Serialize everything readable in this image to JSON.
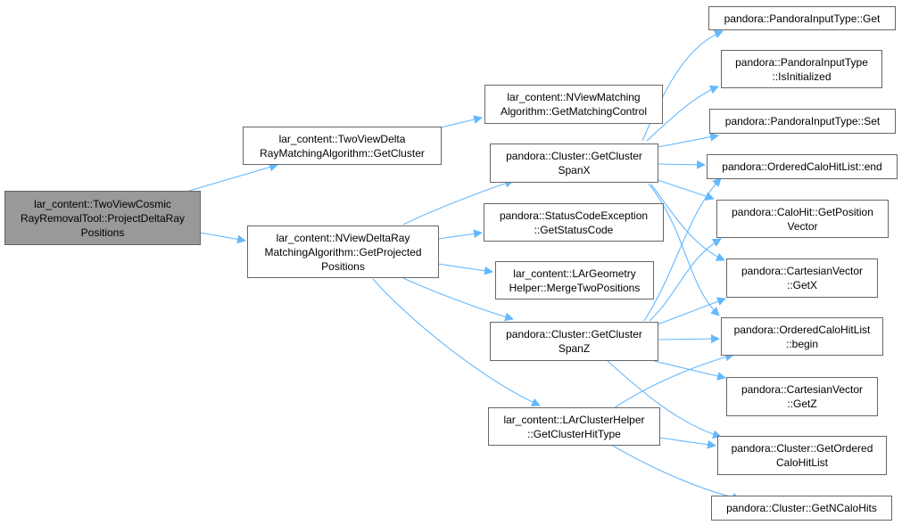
{
  "graph": {
    "edge_color": "#63b8ff",
    "root_fill": "#999999",
    "node_border": "#666666",
    "nodes": [
      {
        "id": "root",
        "lines": [
          "lar_content::TwoViewCosmic",
          "RayRemovalTool::ProjectDeltaRay",
          "Positions"
        ],
        "root": true
      },
      {
        "id": "tvd_getcluster",
        "lines": [
          "lar_content::TwoViewDelta",
          "RayMatchingAlgorithm::GetCluster"
        ]
      },
      {
        "id": "nvd_getprojected",
        "lines": [
          "lar_content::NViewDeltaRay",
          "MatchingAlgorithm::GetProjected",
          "Positions"
        ]
      },
      {
        "id": "nvm_getmatching",
        "lines": [
          "lar_content::NViewMatching",
          "Algorithm::GetMatchingControl"
        ]
      },
      {
        "id": "cluster_spanx",
        "lines": [
          "pandora::Cluster::GetCluster",
          "SpanX"
        ]
      },
      {
        "id": "status_code",
        "lines": [
          "pandora::StatusCodeException",
          "::GetStatusCode"
        ]
      },
      {
        "id": "merge_two",
        "lines": [
          "lar_content::LArGeometry",
          "Helper::MergeTwoPositions"
        ]
      },
      {
        "id": "cluster_spanz",
        "lines": [
          "pandora::Cluster::GetCluster",
          "SpanZ"
        ]
      },
      {
        "id": "hit_type",
        "lines": [
          "lar_content::LArClusterHelper",
          "::GetClusterHitType"
        ]
      },
      {
        "id": "pit_get",
        "lines": [
          "pandora::PandoraInputType::Get"
        ]
      },
      {
        "id": "pit_isinit",
        "lines": [
          "pandora::PandoraInputType",
          "::IsInitialized"
        ]
      },
      {
        "id": "pit_set",
        "lines": [
          "pandora::PandoraInputType::Set"
        ]
      },
      {
        "id": "ochl_end",
        "lines": [
          "pandora::OrderedCaloHitList::end"
        ]
      },
      {
        "id": "calohit_pos",
        "lines": [
          "pandora::CaloHit::GetPosition",
          "Vector"
        ]
      },
      {
        "id": "cv_getx",
        "lines": [
          "pandora::CartesianVector",
          "::GetX"
        ]
      },
      {
        "id": "ochl_begin",
        "lines": [
          "pandora::OrderedCaloHitList",
          "::begin"
        ]
      },
      {
        "id": "cv_getz",
        "lines": [
          "pandora::CartesianVector",
          "::GetZ"
        ]
      },
      {
        "id": "get_ordered",
        "lines": [
          "pandora::Cluster::GetOrdered",
          "CaloHitList"
        ]
      },
      {
        "id": "get_ncalohits",
        "lines": [
          "pandora::Cluster::GetNCaloHits"
        ]
      }
    ]
  }
}
